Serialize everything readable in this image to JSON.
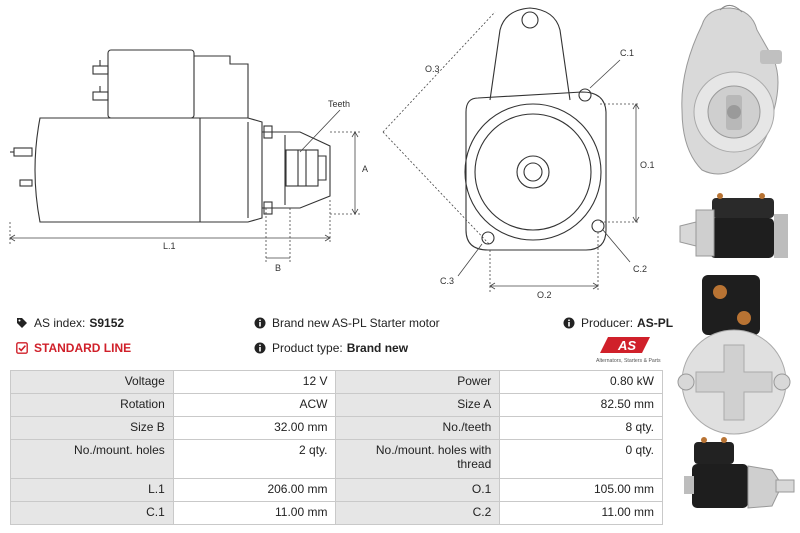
{
  "drawing_labels": {
    "teeth": "Teeth",
    "a": "A",
    "l1": "L.1",
    "b": "B",
    "o3": "O.3",
    "c1": "C.1",
    "o1": "O.1",
    "c3": "C.3",
    "c2": "C.2",
    "o2": "O.2"
  },
  "info": {
    "as_index_label": "AS index:",
    "as_index_value": "S9152",
    "brand_text": "Brand new AS-PL Starter motor",
    "producer_label": "Producer:",
    "producer_value": "AS-PL",
    "standard_line": "STANDARD LINE",
    "product_type_label": "Product type:",
    "product_type_value": "Brand new"
  },
  "logo": {
    "mark": "AS",
    "tagline": "Alternators, Starters & Parts",
    "color": "#d0202a"
  },
  "specs": [
    [
      "Voltage",
      "12 V",
      "Power",
      "0.80 kW"
    ],
    [
      "Rotation",
      "ACW",
      "Size A",
      "82.50 mm"
    ],
    [
      "Size B",
      "32.00 mm",
      "No./teeth",
      "8 qty."
    ],
    [
      "No./mount. holes",
      "2 qty.",
      "No./mount. holes with thread",
      "0 qty."
    ],
    [
      "L.1",
      "206.00 mm",
      "O.1",
      "105.00 mm"
    ],
    [
      "C.1",
      "11.00 mm",
      "C.2",
      "11.00 mm"
    ]
  ]
}
